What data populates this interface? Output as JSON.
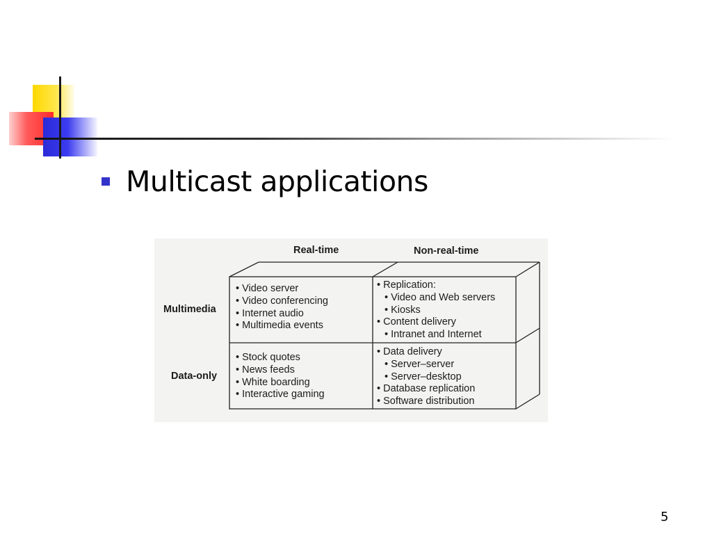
{
  "slide": {
    "bullet": "Multicast applications",
    "page_number": "5"
  },
  "figure": {
    "col_headers": [
      "Real-time",
      "Non-real-time"
    ],
    "row_headers": [
      "Multimedia",
      "Data-only"
    ],
    "cells": {
      "multimedia_realtime": [
        "• Video server",
        "• Video conferencing",
        "• Internet audio",
        "• Multimedia events"
      ],
      "multimedia_nonrealtime": [
        "• Replication:",
        "• Video and Web servers",
        "• Kiosks",
        "• Content delivery",
        "• Intranet and Internet"
      ],
      "data_realtime": [
        "• Stock quotes",
        "• News feeds",
        "• White boarding",
        "• Interactive gaming"
      ],
      "data_nonrealtime": [
        "• Data delivery",
        "• Server–server",
        "• Server–desktop",
        "• Database replication",
        "• Software distribution"
      ]
    }
  },
  "colors": {
    "bullet": "#3333cc",
    "logo_yellow": "#ffd800",
    "logo_red": "#ff2a2a",
    "logo_blue": "#2a2ad8"
  }
}
